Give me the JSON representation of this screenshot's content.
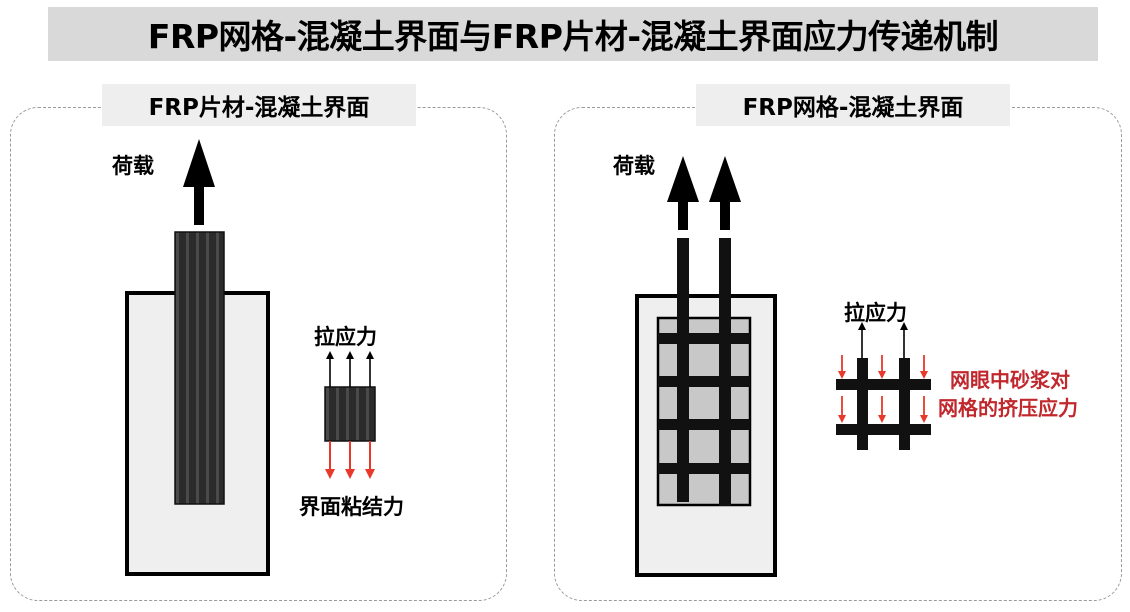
{
  "title": "FRP网格-混凝土界面与FRP片材-混凝土界面应力传递机制",
  "left_panel": {
    "label": "FRP片材-混凝土界面",
    "load_label": "荷载",
    "tension_label": "拉应力",
    "bond_label": "界面粘结力"
  },
  "right_panel": {
    "label": "FRP网格-混凝土界面",
    "load_label": "荷载",
    "tension_label": "拉应力",
    "bearing_label_line1": "网眼中砂浆对",
    "bearing_label_line2": "网格的挤压应力"
  },
  "colors": {
    "title_bg": "#d9d9d9",
    "label_bg": "#eeeeee",
    "concrete": "#efefef",
    "mortar": "#c8c8c8",
    "frp_dark": "#2a2a2a",
    "red_arrow": "#e8392b",
    "red_text": "#c0282d"
  }
}
